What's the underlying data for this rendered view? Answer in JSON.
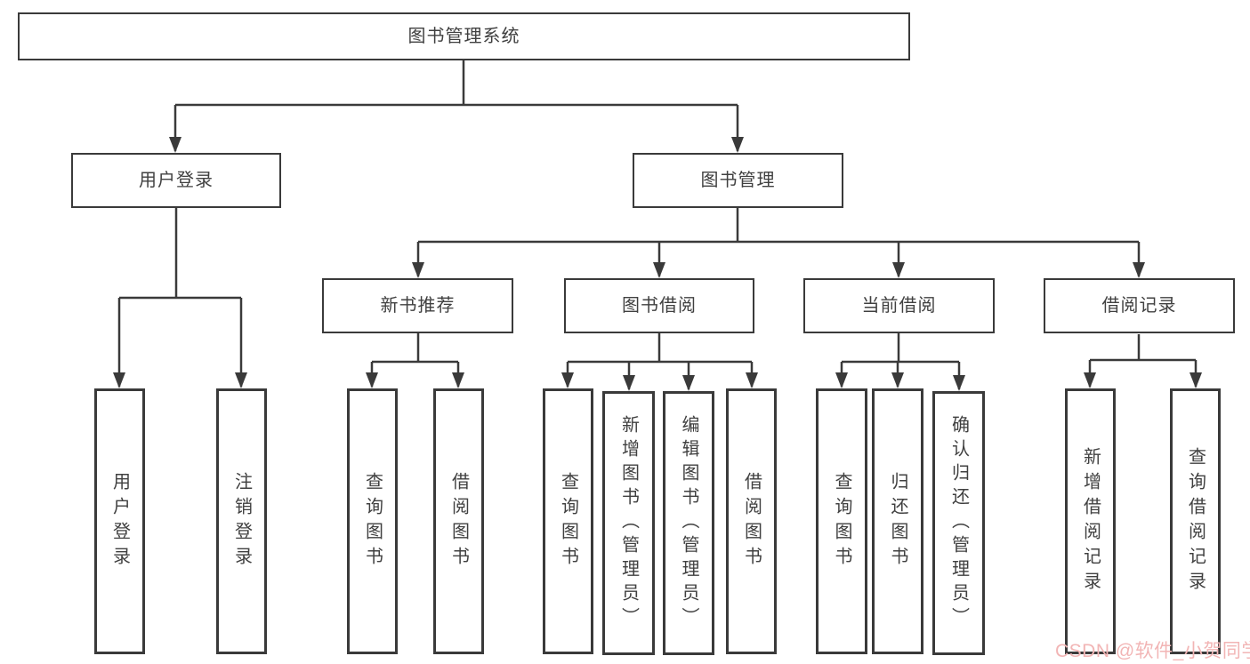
{
  "diagram": {
    "root_label": "图书管理系统",
    "level2": {
      "user_login": "用户登录",
      "book_management": "图书管理"
    },
    "level3": {
      "new_book": "新书推荐",
      "borrow": "图书借阅",
      "current": "当前借阅",
      "records": "借阅记录"
    },
    "leaves": {
      "user_login": [
        "用户登录",
        "注销登录"
      ],
      "new_book": [
        "查询图书",
        "借阅图书"
      ],
      "borrow": [
        "查询图书",
        "新增图书（管理员）",
        "编辑图书（管理员）",
        "借阅图书"
      ],
      "current": [
        "查询图书",
        "归还图书",
        "确认归还（管理员）"
      ],
      "records": [
        "新增借阅记录",
        "查询借阅记录"
      ]
    }
  },
  "watermark": {
    "text": "CSDN @软件_小贺同学"
  },
  "colors": {
    "line": "#3a3a3a",
    "text": "#404040",
    "background": "#ffffff",
    "watermark": "#f2b5b5"
  }
}
